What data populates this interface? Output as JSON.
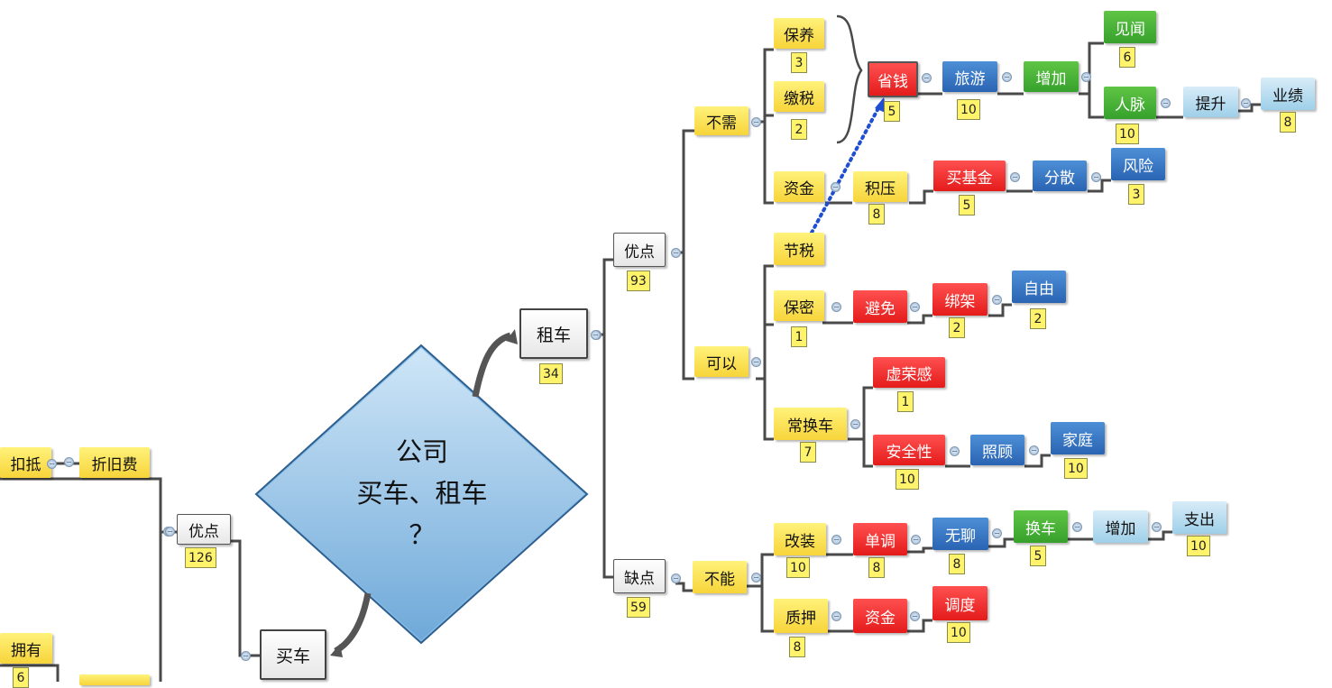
{
  "central": {
    "lines": [
      "公司",
      "买车、租车",
      "？"
    ]
  },
  "nodes": [
    {
      "id": "rent",
      "label": "租车",
      "badge": "34",
      "color": "white",
      "big": true
    },
    {
      "id": "buy",
      "label": "买车",
      "badge": "",
      "color": "white",
      "big": true
    },
    {
      "id": "rent-pros",
      "label": "优点",
      "badge": "93",
      "color": "white"
    },
    {
      "id": "rent-cons",
      "label": "缺点",
      "badge": "59",
      "color": "white"
    },
    {
      "id": "buy-pros",
      "label": "优点",
      "badge": "126",
      "color": "white"
    },
    {
      "id": "no-need",
      "label": "不需",
      "badge": "",
      "color": "yellow"
    },
    {
      "id": "maintenance",
      "label": "保养",
      "badge": "3",
      "color": "yellow"
    },
    {
      "id": "tax",
      "label": "缴税",
      "badge": "2",
      "color": "yellow"
    },
    {
      "id": "capital",
      "label": "资金",
      "badge": "",
      "color": "yellow"
    },
    {
      "id": "backlog",
      "label": "积压",
      "badge": "8",
      "color": "yellow"
    },
    {
      "id": "buy-fund",
      "label": "买基金",
      "badge": "5",
      "color": "red"
    },
    {
      "id": "diversify",
      "label": "分散",
      "badge": "",
      "color": "blue"
    },
    {
      "id": "risk",
      "label": "风险",
      "badge": "3",
      "color": "blue"
    },
    {
      "id": "save-money",
      "label": "省钱",
      "badge": "5",
      "color": "red",
      "selected": true
    },
    {
      "id": "travel",
      "label": "旅游",
      "badge": "10",
      "color": "blue"
    },
    {
      "id": "increase-1",
      "label": "增加",
      "badge": "",
      "color": "green"
    },
    {
      "id": "insight",
      "label": "见闻",
      "badge": "6",
      "color": "green"
    },
    {
      "id": "network",
      "label": "人脉",
      "badge": "10",
      "color": "green"
    },
    {
      "id": "improve",
      "label": "提升",
      "badge": "",
      "color": "lblue"
    },
    {
      "id": "performance",
      "label": "业绩",
      "badge": "8",
      "color": "lblue"
    },
    {
      "id": "can",
      "label": "可以",
      "badge": "",
      "color": "yellow"
    },
    {
      "id": "tax-saving",
      "label": "节税",
      "badge": "",
      "color": "yellow"
    },
    {
      "id": "privacy",
      "label": "保密",
      "badge": "1",
      "color": "yellow"
    },
    {
      "id": "avoid",
      "label": "避免",
      "badge": "",
      "color": "red"
    },
    {
      "id": "kidnap",
      "label": "绑架",
      "badge": "2",
      "color": "red"
    },
    {
      "id": "freedom",
      "label": "自由",
      "badge": "2",
      "color": "blue"
    },
    {
      "id": "change-car",
      "label": "常换车",
      "badge": "7",
      "color": "yellow"
    },
    {
      "id": "vanity",
      "label": "虚荣感",
      "badge": "1",
      "color": "red"
    },
    {
      "id": "safety",
      "label": "安全性",
      "badge": "10",
      "color": "red"
    },
    {
      "id": "care",
      "label": "照顾",
      "badge": "",
      "color": "blue"
    },
    {
      "id": "family",
      "label": "家庭",
      "badge": "10",
      "color": "blue"
    },
    {
      "id": "cannot",
      "label": "不能",
      "badge": "",
      "color": "yellow"
    },
    {
      "id": "modify",
      "label": "改装",
      "badge": "10",
      "color": "yellow"
    },
    {
      "id": "monotone",
      "label": "单调",
      "badge": "8",
      "color": "red"
    },
    {
      "id": "boring",
      "label": "无聊",
      "badge": "8",
      "color": "blue"
    },
    {
      "id": "swap-car",
      "label": "换车",
      "badge": "5",
      "color": "green"
    },
    {
      "id": "increase-2",
      "label": "增加",
      "badge": "",
      "color": "lblue"
    },
    {
      "id": "expense",
      "label": "支出",
      "badge": "10",
      "color": "lblue"
    },
    {
      "id": "pledge",
      "label": "质押",
      "badge": "8",
      "color": "yellow"
    },
    {
      "id": "funds",
      "label": "资金",
      "badge": "",
      "color": "red"
    },
    {
      "id": "dispatch",
      "label": "调度",
      "badge": "10",
      "color": "red"
    },
    {
      "id": "deduct",
      "label": "扣抵",
      "badge": "",
      "color": "yellow"
    },
    {
      "id": "depreciation",
      "label": "折旧费",
      "badge": "",
      "color": "yellow"
    },
    {
      "id": "own",
      "label": "拥有",
      "badge": "6",
      "color": "yellow"
    },
    {
      "id": "partial",
      "label": "",
      "badge": "",
      "color": "yellow"
    }
  ]
}
